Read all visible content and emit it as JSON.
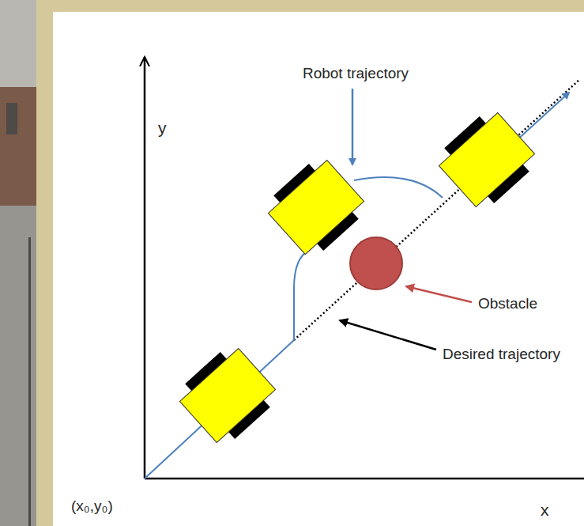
{
  "diagram": {
    "labels": [
      "Robot trajectory",
      "y",
      "Obstacle",
      "Desired trajectory",
      "(x₀,y₀)",
      "x"
    ]
  }
}
